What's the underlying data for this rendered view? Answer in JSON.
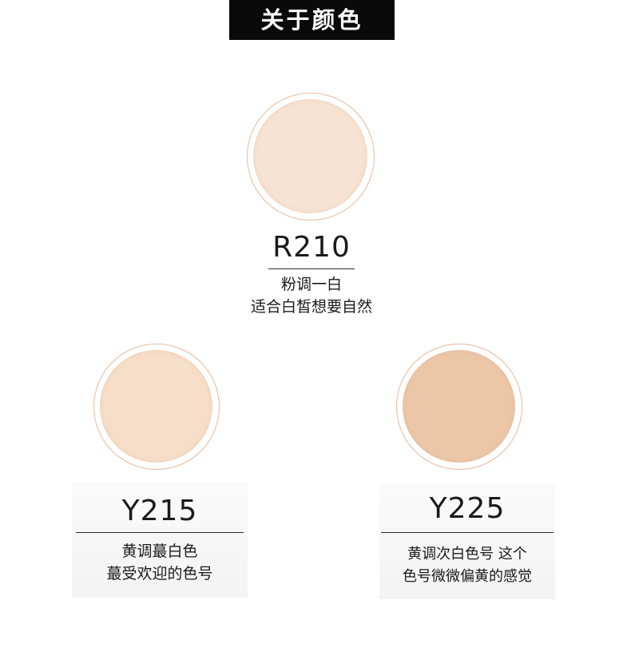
{
  "header": {
    "title": "关于颜色"
  },
  "colors": {
    "swatch_ring": "#e8b99a",
    "r210_fill": "#f7e3d3",
    "y215_fill": "#f7dec8",
    "y225_fill": "#ecc7a7"
  },
  "shades": [
    {
      "code": "R210",
      "line1": "粉调一白",
      "line2": "适合白皙想要自然"
    },
    {
      "code": "Y215",
      "line1": "黄调蕞白色",
      "line2": "蕞受欢迎的色号"
    },
    {
      "code": "Y225",
      "line1": "黄调次白色号 这个",
      "line2": "色号微微偏黄的感觉"
    }
  ]
}
